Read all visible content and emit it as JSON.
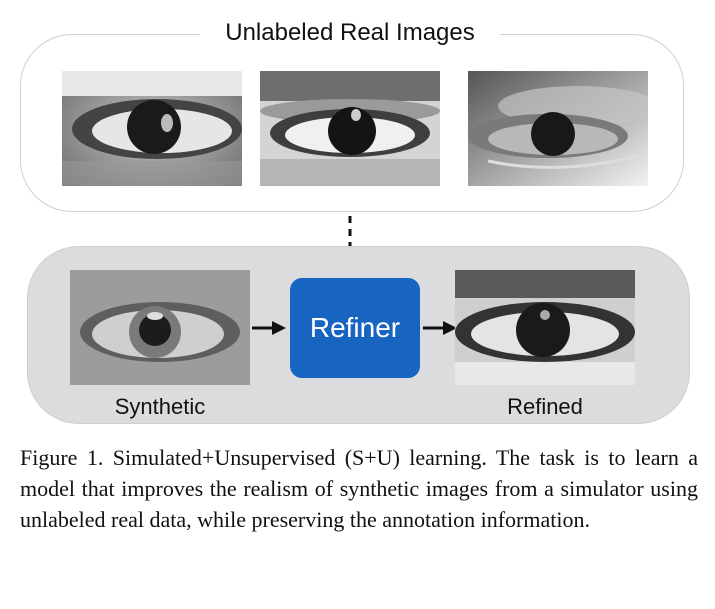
{
  "top_panel": {
    "title": "Unlabeled Real Images",
    "images": [
      {
        "alt": "real eye image 1"
      },
      {
        "alt": "real eye image 2"
      },
      {
        "alt": "real eye image 3"
      }
    ]
  },
  "bottom_panel": {
    "input_label": "Synthetic",
    "refiner_label": "Refiner",
    "output_label": "Refined",
    "refiner_color": "#1765c1",
    "panel_color": "#dcdcde"
  },
  "caption": "Figure 1. Simulated+Unsupervised (S+U) learning. The task is to learn a model that improves the realism of synthetic images from a simulator using unlabeled real data, while preserving the annotation information."
}
